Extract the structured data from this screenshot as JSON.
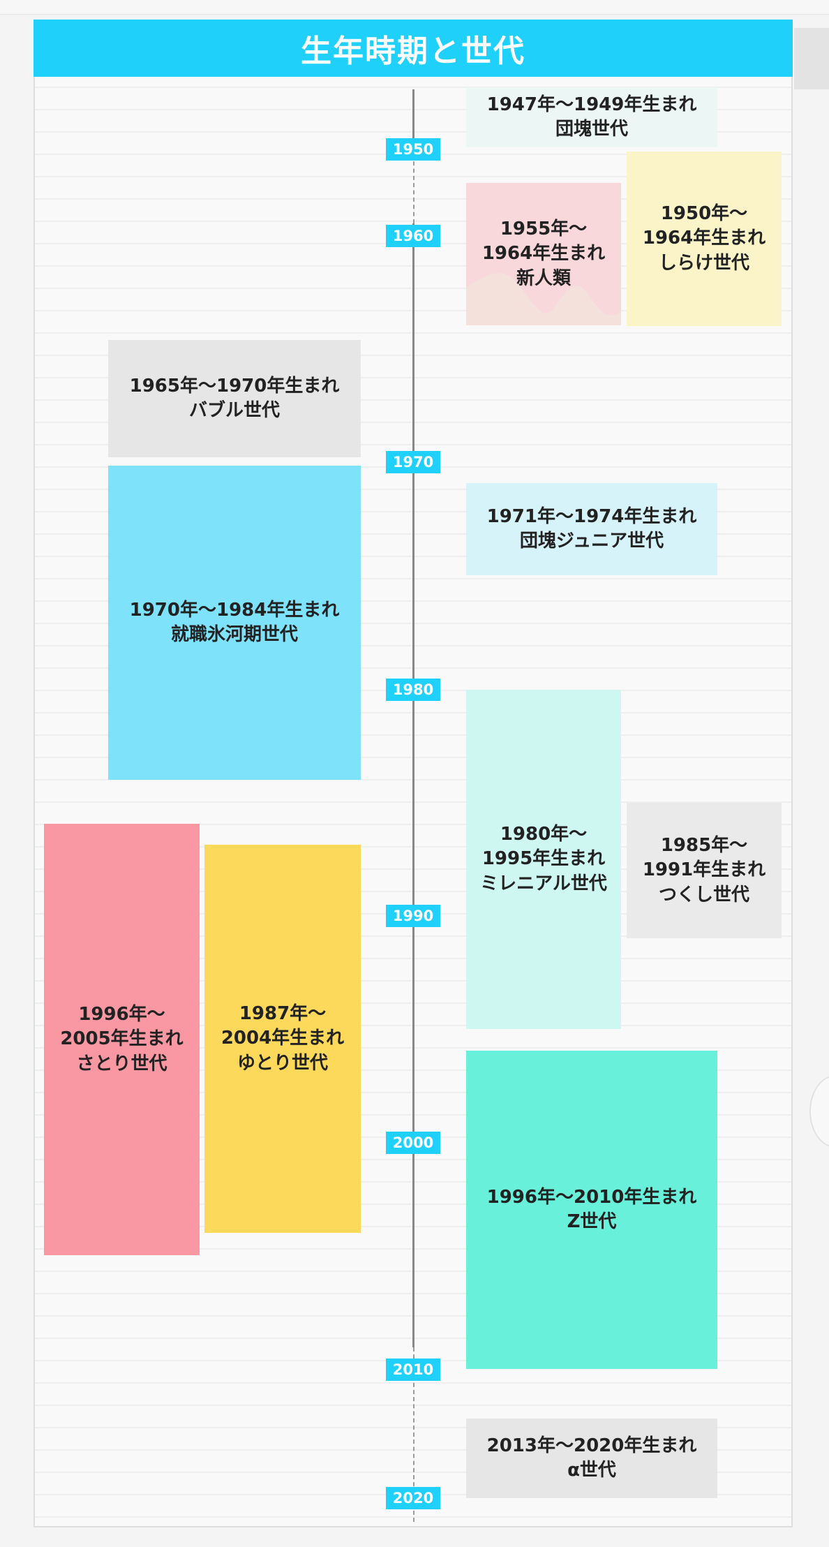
{
  "title": "生年時期と世代",
  "colors": {
    "accent": "#1fd0fb",
    "dankai": "#ecf7f5",
    "shinjinrui": "#f9d8dc",
    "shirake": "#fbf4c8",
    "bubble": "#e6e6e6",
    "hyogaki": "#7ee2fb",
    "dankai_junior": "#d6f3f9",
    "millennial": "#cef7f2",
    "tsukushi": "#eaeaea",
    "satori": "#f998a2",
    "yutori": "#fcd95a",
    "z": "#68f0da",
    "alpha": "#e6e6e6"
  },
  "years": [
    "1950",
    "1960",
    "1970",
    "1980",
    "1990",
    "2000",
    "2010",
    "2020"
  ],
  "generations": {
    "dankai": {
      "period": "1947年～1949年生まれ",
      "name": "団塊世代"
    },
    "shinjinrui": {
      "period_1": "1955年～",
      "period_2": "1964年生まれ",
      "name": "新人類"
    },
    "shirake": {
      "period_1": "1950年～",
      "period_2": "1964年生まれ",
      "name": "しらけ世代"
    },
    "bubble": {
      "period": "1965年～1970年生まれ",
      "name": "バブル世代"
    },
    "dankai_junior": {
      "period": "1971年～1974年生まれ",
      "name": "団塊ジュニア世代"
    },
    "hyogaki": {
      "period": "1970年～1984年生まれ",
      "name": "就職氷河期世代"
    },
    "millennial": {
      "period_1": "1980年～",
      "period_2": "1995年生まれ",
      "name": "ミレニアル世代"
    },
    "tsukushi": {
      "period_1": "1985年～",
      "period_2": "1991年生まれ",
      "name": "つくし世代"
    },
    "satori": {
      "period_1": "1996年～",
      "period_2": "2005年生まれ",
      "name": "さとり世代"
    },
    "yutori": {
      "period_1": "1987年～",
      "period_2": "2004年生まれ",
      "name": "ゆとり世代"
    },
    "z": {
      "period": "1996年～2010年生まれ",
      "name": "Z世代"
    },
    "alpha": {
      "period": "2013年～2020年生まれ",
      "name": "α世代"
    }
  }
}
